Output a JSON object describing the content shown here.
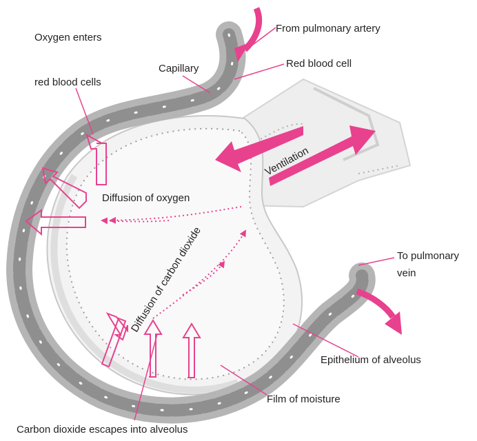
{
  "labels": {
    "from_artery": "From pulmonary artery",
    "red_blood_cell": "Red blood cell",
    "capillary": "Capillary",
    "oxygen_enters_line1": "Oxygen enters",
    "oxygen_enters_line2": "red blood cells",
    "ventilation": "Ventilation",
    "diffusion_oxygen": "Diffusion of oxygen",
    "diffusion_co2": "Diffusion of carbon dioxide",
    "to_vein_line1": "To pulmonary",
    "to_vein_line2": "vein",
    "epithelium": "Epithelium of alveolus",
    "film_moisture": "Film of moisture",
    "co2_escapes": "Carbon dioxide escapes into alveolus"
  },
  "colors": {
    "accent": "#e8418e",
    "capillary": "#b5b5b5",
    "cell": "#8f8f8f",
    "alveolus": "#ececec",
    "text": "#231f20"
  }
}
